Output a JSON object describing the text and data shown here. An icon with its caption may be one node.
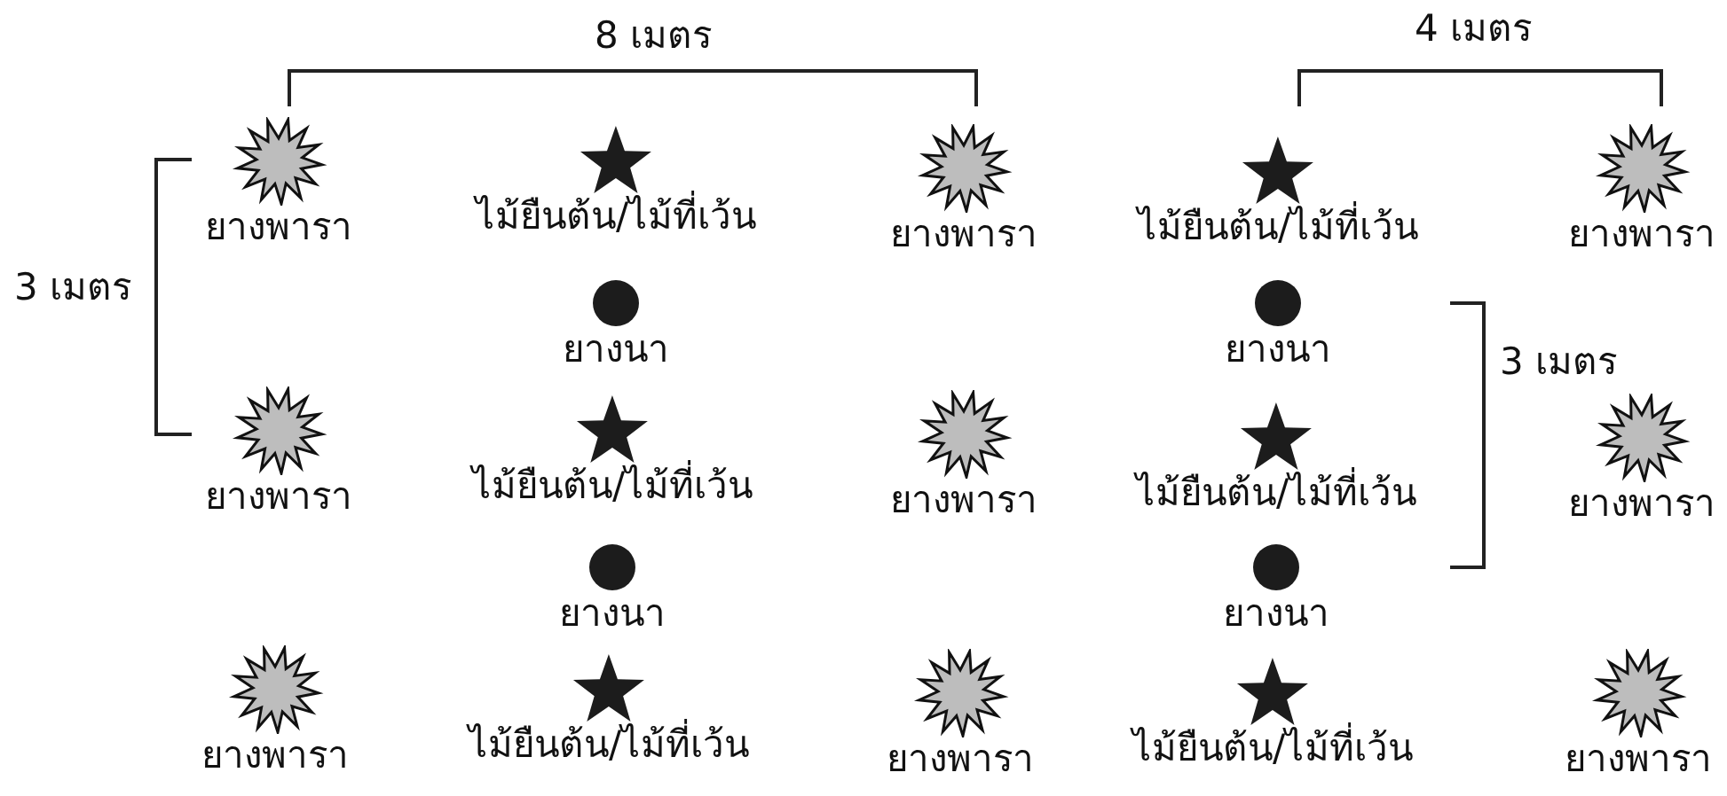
{
  "diagram": {
    "nodes": [
      {
        "text": [
          "ยางพารา"
        ]
      },
      {
        "text": [
          "ไม้ยืนต้น/ไม้ที่เว้น"
        ]
      },
      {
        "text": [
          "ยางพารา"
        ]
      },
      {
        "text": [
          "ไม้ยืนต้น/ไม้ที่เว้น"
        ]
      },
      {
        "text": [
          "ยางพารา"
        ]
      },
      {
        "text": [
          "ยางนา"
        ]
      },
      {
        "text": [
          "ยางนา"
        ]
      },
      {
        "text": [
          "ยางพารา"
        ]
      },
      {
        "text": [
          "ไม้ยืนต้น/ไม้ที่เว้น"
        ]
      },
      {
        "text": [
          "ยางพารา"
        ]
      },
      {
        "text": [
          "ไม้ยืนต้น/ไม้ที่เว้น"
        ]
      },
      {
        "text": [
          "ยางพารา"
        ]
      },
      {
        "text": [
          "ยางนา"
        ]
      },
      {
        "text": [
          "ยางนา"
        ]
      },
      {
        "text": [
          "ยางพารา"
        ]
      },
      {
        "text": [
          "ไม้ยืนต้น/ไม้ที่เว้น"
        ]
      },
      {
        "text": [
          "ยางพารา"
        ]
      },
      {
        "text": [
          "ไม้ยืนต้น/ไม้ที่เว้น"
        ]
      },
      {
        "text": [
          "ยางพารา"
        ]
      }
    ],
    "labels": [
      "8 เมตร",
      "4 เมตร",
      "3 เมตร",
      "3 เมตร"
    ]
  }
}
